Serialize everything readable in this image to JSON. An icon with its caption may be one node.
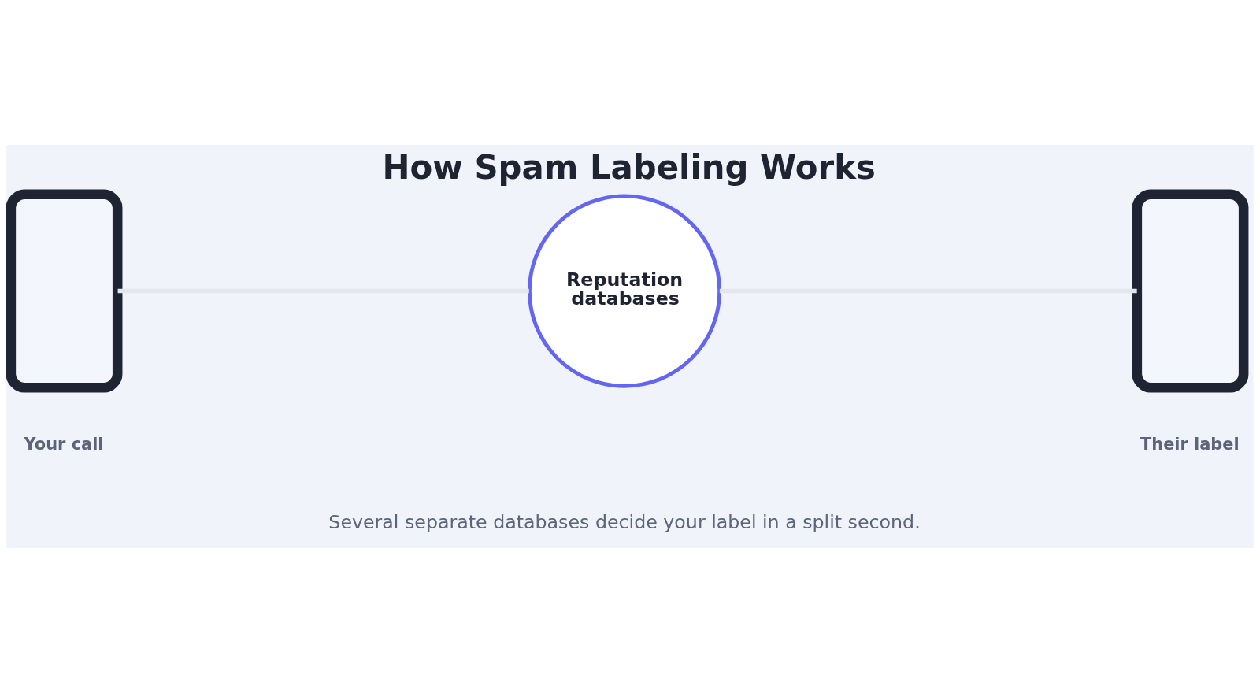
{
  "diagram": {
    "title": "How Spam Labeling Works",
    "caption": "Several separate databases decide your label in a split second.",
    "nodes": [
      {
        "text": [],
        "shape": "phone",
        "beside": [
          "Your call"
        ]
      },
      {
        "text": [
          "Reputation databases"
        ]
      },
      {
        "text": [],
        "shape": "phone",
        "beside": [
          "Their label"
        ]
      }
    ],
    "edges": [
      {
        "from": 0,
        "to": 1,
        "arrow": "none"
      },
      {
        "from": 1,
        "to": 2,
        "arrow": "none"
      }
    ]
  }
}
